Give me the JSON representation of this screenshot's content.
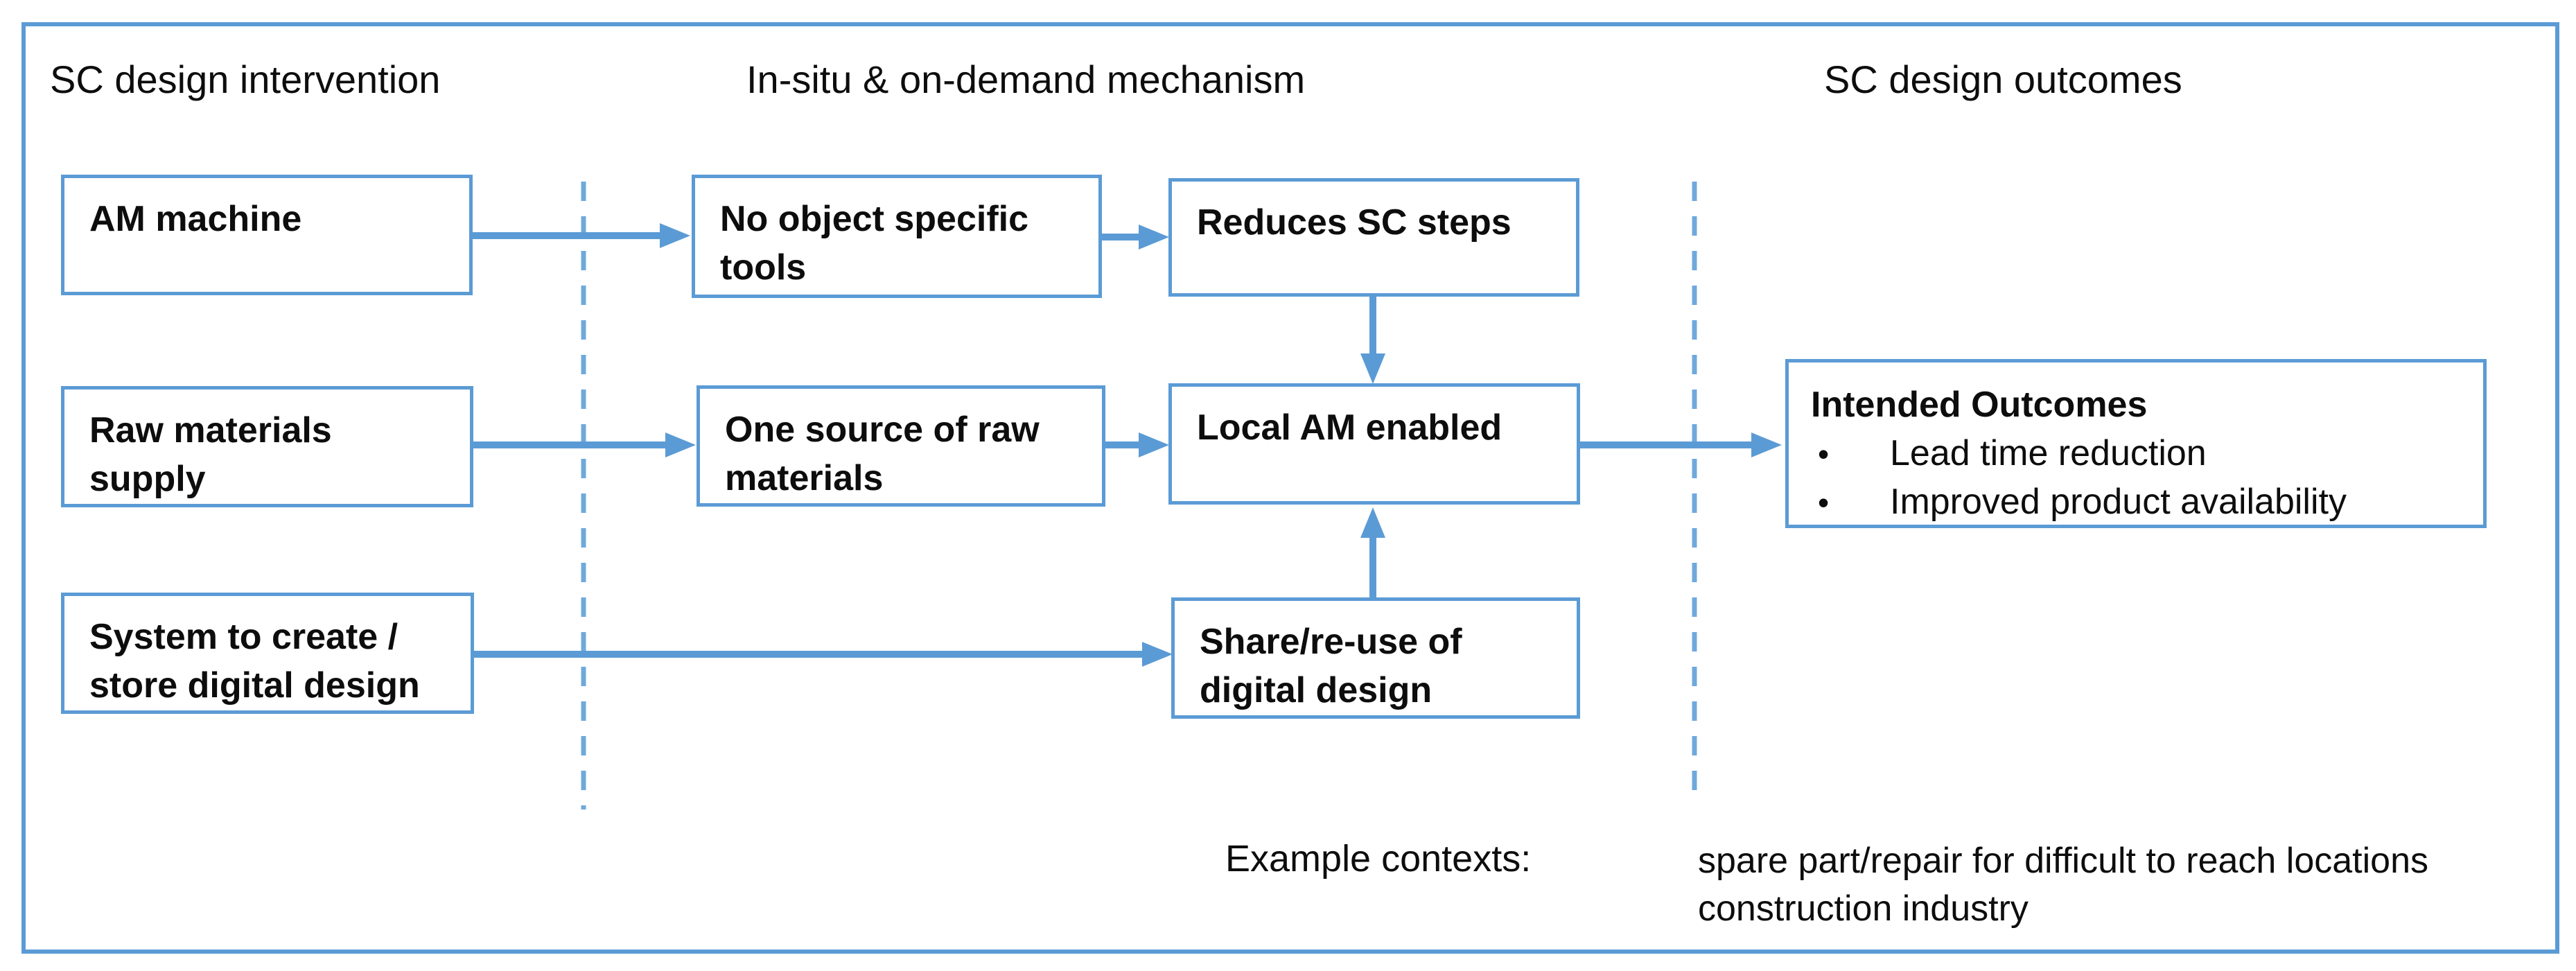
{
  "colors": {
    "accent": "#5B9BD5",
    "dash": "#6FA9DC",
    "text": "#0d0d0d",
    "background": "#FFFFFF"
  },
  "columns": {
    "intervention": "SC design intervention",
    "mechanism": "In-situ & on-demand mechanism",
    "outcomes": "SC design outcomes"
  },
  "boxes": {
    "am_machine": "AM machine",
    "no_object_tools": "No object specific tools",
    "reduces_sc_steps": "Reduces SC steps",
    "raw_materials_supply": "Raw materials supply",
    "one_source_raw_materials": "One source of raw materials",
    "local_am_enabled": "Local AM enabled",
    "system_digital_design": "System to create / store digital design",
    "share_reuse_digital_design": "Share/re-use of digital design"
  },
  "intended_outcomes": {
    "title": "Intended Outcomes",
    "bullet_char": "•",
    "bullets": [
      "Lead time reduction",
      "Improved product availability"
    ]
  },
  "example_contexts": {
    "label": "Example contexts:",
    "items": [
      "spare part/repair for difficult to reach locations",
      "construction industry"
    ]
  }
}
